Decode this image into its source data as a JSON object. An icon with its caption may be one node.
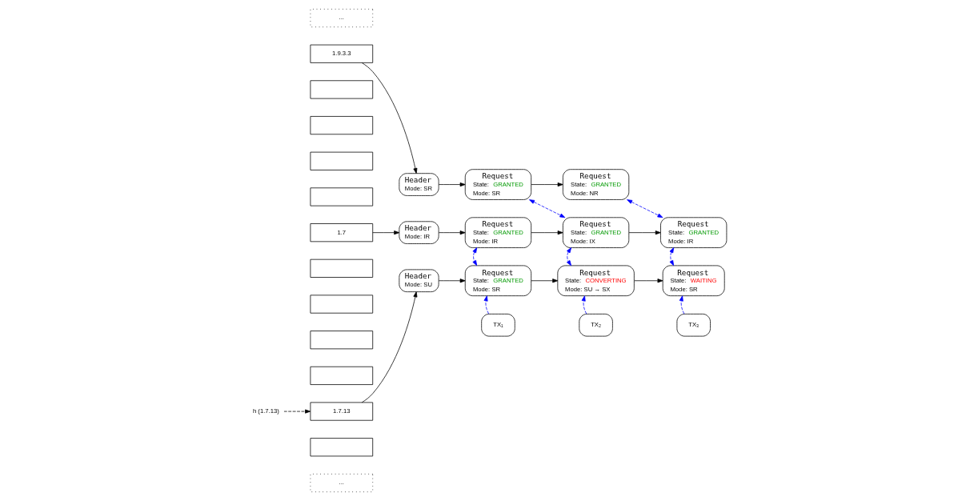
{
  "diagram": {
    "nodes": [
      {
        "text": [
          "..."
        ]
      },
      {
        "text": [
          "1.9.3.3"
        ]
      },
      {
        "text": [],
        "shape": "box"
      },
      {
        "text": [],
        "shape": "box"
      },
      {
        "text": [],
        "shape": "box"
      },
      {
        "text": [],
        "shape": "box"
      },
      {
        "text": [
          "1.7"
        ]
      },
      {
        "text": [],
        "shape": "box"
      },
      {
        "text": [],
        "shape": "box"
      },
      {
        "text": [],
        "shape": "box"
      },
      {
        "text": [],
        "shape": "box"
      },
      {
        "text": [
          "1.7.13"
        ]
      },
      {
        "text": [],
        "shape": "box"
      },
      {
        "text": [
          "..."
        ]
      },
      {
        "text": [
          "h (1.7.13)"
        ]
      },
      {
        "text": [
          "Header",
          "Mode: SR"
        ]
      },
      {
        "text": [
          "Request",
          "State: GRANTED",
          "Mode: SR"
        ]
      },
      {
        "text": [
          "Request",
          "State: GRANTED",
          "Mode: NR"
        ]
      },
      {
        "text": [
          "Header",
          "Mode: IR"
        ]
      },
      {
        "text": [
          "Request",
          "State: GRANTED",
          "Mode: IR"
        ]
      },
      {
        "text": [
          "Request",
          "State: GRANTED",
          "Mode: IX"
        ]
      },
      {
        "text": [
          "Request",
          "State: GRANTED",
          "Mode: IR"
        ]
      },
      {
        "text": [
          "Header",
          "Mode: SU"
        ]
      },
      {
        "text": [
          "Request",
          "State: GRANTED",
          "Mode: SR"
        ]
      },
      {
        "text": [
          "Request",
          "State: CONVERTING",
          "Mode: SU → SX"
        ]
      },
      {
        "text": [
          "Request",
          "State: WAITING",
          "Mode: SR"
        ]
      },
      {
        "text": [
          "TX₁"
        ]
      },
      {
        "text": [
          "TX₂"
        ]
      },
      {
        "text": [
          "TX₃"
        ]
      }
    ],
    "edges": [
      {
        "from": 1,
        "to": 15,
        "arrow": "to"
      },
      {
        "from": 15,
        "to": 16,
        "arrow": "to"
      },
      {
        "from": 16,
        "to": 17,
        "arrow": "to"
      },
      {
        "from": 6,
        "to": 18,
        "arrow": "to"
      },
      {
        "from": 18,
        "to": 19,
        "arrow": "to"
      },
      {
        "from": 19,
        "to": 20,
        "arrow": "to"
      },
      {
        "from": 20,
        "to": 21,
        "arrow": "to"
      },
      {
        "from": 11,
        "to": 22,
        "arrow": "to"
      },
      {
        "from": 22,
        "to": 23,
        "arrow": "to"
      },
      {
        "from": 23,
        "to": 24,
        "arrow": "to"
      },
      {
        "from": 24,
        "to": 25,
        "arrow": "to"
      },
      {
        "from": 14,
        "to": 11,
        "arrow": "to",
        "style": "dashed"
      },
      {
        "from": 16,
        "to": 20,
        "arrow": "both",
        "style": "dashed",
        "color": "#0000ff"
      },
      {
        "from": 17,
        "to": 21,
        "arrow": "both",
        "style": "dashed",
        "color": "#0000ff"
      },
      {
        "from": 19,
        "to": 23,
        "arrow": "both",
        "style": "dashed",
        "color": "#0000ff"
      },
      {
        "from": 20,
        "to": 24,
        "arrow": "both",
        "style": "dashed",
        "color": "#0000ff"
      },
      {
        "from": 21,
        "to": 25,
        "arrow": "both",
        "style": "dashed",
        "color": "#0000ff"
      },
      {
        "from": 26,
        "to": 23,
        "arrow": "to",
        "style": "dashed",
        "color": "#0000ff"
      },
      {
        "from": 27,
        "to": 24,
        "arrow": "to",
        "style": "dashed",
        "color": "#0000ff"
      },
      {
        "from": 28,
        "to": 25,
        "arrow": "to",
        "style": "dashed",
        "color": "#0000ff"
      }
    ]
  }
}
